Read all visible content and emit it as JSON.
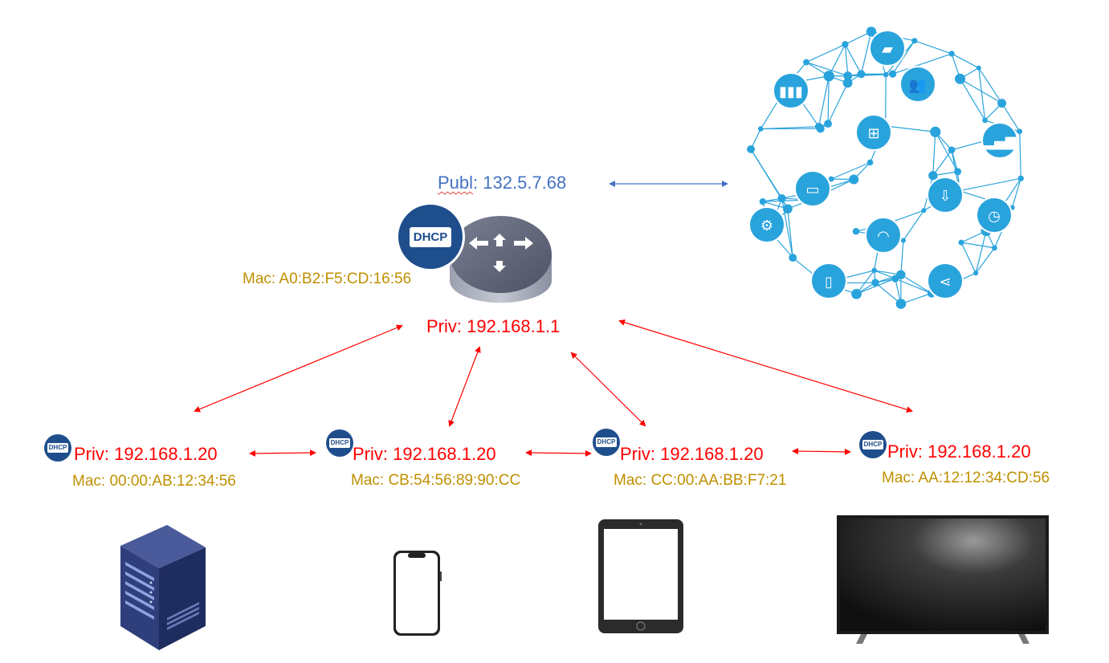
{
  "router": {
    "public_label": "Publ",
    "public_ip": ": 132.5.7.68",
    "mac": "Mac: A0:B2:F5:CD:16:56",
    "priv": "Priv: 192.168.1.1",
    "badge": "DHCP"
  },
  "devices": [
    {
      "name": "server",
      "priv": "Priv: 192.168.1.20",
      "mac": "Mac: 00:00:AB:12:34:56",
      "badge": "DHCP"
    },
    {
      "name": "smartphone",
      "priv": "Priv: 192.168.1.20",
      "mac": "Mac: CB:54:56:89:90:CC",
      "badge": "DHCP"
    },
    {
      "name": "tablet",
      "priv": "Priv: 192.168.1.20",
      "mac": "Mac: CC:00:AA:BB:F7:21",
      "badge": "DHCP"
    },
    {
      "name": "tv",
      "priv": "Priv: 192.168.1.20",
      "mac": "Mac: AA:12:12:34:CD:56",
      "badge": "DHCP"
    }
  ],
  "internet": {
    "icons": [
      "folder-icon",
      "users-icon",
      "battery-icon",
      "windows-icon",
      "bar-chart-icon",
      "monitor-icon",
      "cloud-download-icon",
      "clock-icon",
      "settings-icon",
      "wifi-icon",
      "mobile-icon",
      "share-icon"
    ]
  },
  "colors": {
    "private": "#ff0000",
    "public": "#4472c4",
    "mac": "#bf9000",
    "network": "#29a3dc",
    "dhcp": "#1f4e8c"
  }
}
